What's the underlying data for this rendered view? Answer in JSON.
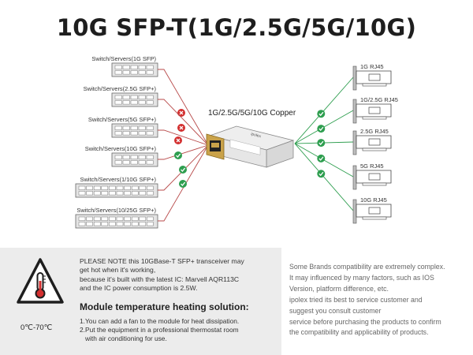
{
  "title": "10G SFP-T(1G/2.5G/5G/10G)",
  "left_devices": [
    {
      "label": "Switch/Servers(1G SFP)",
      "status": "incompatible"
    },
    {
      "label": "Switch/Servers(2.5G SFP+)",
      "status": "incompatible"
    },
    {
      "label": "Switch/Servers(5G SFP+)",
      "status": "incompatible"
    },
    {
      "label": "Switch/Servers(10G SFP+)",
      "status": "compatible"
    },
    {
      "label": "Switch/Servers(1/10G SFP+)",
      "status": "compatible"
    },
    {
      "label": "Switch/Servers(10/25G SFP+)",
      "status": "compatible"
    }
  ],
  "right_devices": [
    {
      "label": "1G RJ45",
      "status": "compatible"
    },
    {
      "label": "1G/2.5G RJ45",
      "status": "compatible"
    },
    {
      "label": "2.5G RJ45",
      "status": "compatible"
    },
    {
      "label": "5G RJ45",
      "status": "compatible"
    },
    {
      "label": "10G RJ45",
      "status": "compatible"
    }
  ],
  "center_label": "1G/2.5G/5G/10G Copper",
  "module_brand": "ipolex",
  "colors": {
    "check": "#2e9e4f",
    "cross": "#d32f2f",
    "link_line": "#b84a4a",
    "right_line": "#2e9e4f",
    "note_bg": "#ececec"
  },
  "warning": {
    "icon": "thermometer-warning-icon",
    "temperature": "0℃-70℃",
    "note_lines": [
      "PLEASE NOTE this 10GBase-T SFP+ transceiver may",
      "get hot when it's working,",
      "because it's built with the latest IC: Marvell AQR113C",
      "and the IC power consumption is 2.5W."
    ],
    "heading": "Module temperature heating solution:",
    "steps": [
      "1.You can add a fan to the module for heat dissipation.",
      "2.Put the equipment in a professional thermostat room",
      "   with air conditioning for use."
    ]
  },
  "compatibility_note": [
    "Some Brands compatibility are extremely complex.",
    "It may influenced by many factors, such as IOS",
    "Version, platform difference, etc.",
    "ipolex tried its best to service customer and",
    "suggest you consult customer",
    "service before purchasing the products to confirm",
    "the compatibility and applicability of products."
  ]
}
